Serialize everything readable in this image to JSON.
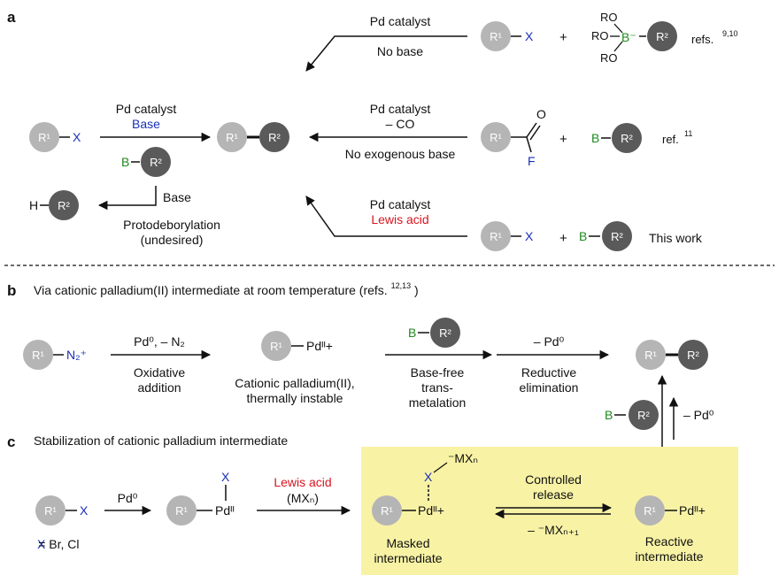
{
  "panel_a": {
    "label": "a",
    "route1_top": "Pd catalyst",
    "route1_bottom": "No base",
    "route1_ref": "refs.",
    "route1_ref_sup": "9,10",
    "route2_top1": "Pd catalyst",
    "route2_top2": "– CO",
    "route2_bottom": "No exogenous base",
    "route2_ref": "ref.",
    "route2_ref_sup": "11",
    "route3_top1": "Pd catalyst",
    "route3_top2": "Lewis acid",
    "route3_work": "This work",
    "left_top1": "Pd catalyst",
    "left_top2": "Base",
    "base_label": "Base",
    "side_line1": "Protodeborylation",
    "side_line2": "(undesired)"
  },
  "panel_b": {
    "label": "b",
    "title": "Via cationic palladium(II) intermediate at room temperature (refs.",
    "title_sup": "12,13",
    "title_end": ")",
    "step1_top": "Pd⁰, – N₂",
    "step1_bottom1": "Oxidative",
    "step1_bottom2": "addition",
    "intermediate1": "Cationic palladium(II),",
    "intermediate2": "thermally instable",
    "step2_bottom1": "Base-free",
    "step2_bottom2": "trans-",
    "step2_bottom3": "metalation",
    "step3_top": "– Pd⁰",
    "step3_bottom1": "Reductive",
    "step3_bottom2": "elimination",
    "up_label": "– Pd⁰"
  },
  "panel_c": {
    "label": "c",
    "title": "Stabilization of cationic palladium intermediate",
    "x_def": "X = Br, Cl",
    "pd0": "Pd⁰",
    "lewis1": "Lewis acid",
    "lewis2": "(MXₙ)",
    "release1": "Controlled",
    "release2": "release",
    "equil_bottom": "– ⁻MXₙ₊₁",
    "masked1": "Masked",
    "masked2": "intermediate",
    "reactive1": "Reactive",
    "reactive2": "intermediate",
    "anion": "⁻MXₙ"
  },
  "atoms": {
    "r1": "R¹",
    "r2": "R²",
    "x": "X",
    "b": "B",
    "h": "H",
    "f": "F",
    "o": "O",
    "ro": "RO",
    "b_minus": "B⁻",
    "n2_plus": "N₂⁺",
    "pd_plus": "Pdᴵᴵ+",
    "pd_ii": "Pdᴵᴵ"
  },
  "colors": {
    "halide": "#1a2fb8",
    "boron": "#1f8a1f",
    "lewis_acid": "#d8141e",
    "highlight": "#f8f2a5",
    "r1_circle": "#b5b5b5",
    "r2_circle": "#5a5a5a"
  }
}
